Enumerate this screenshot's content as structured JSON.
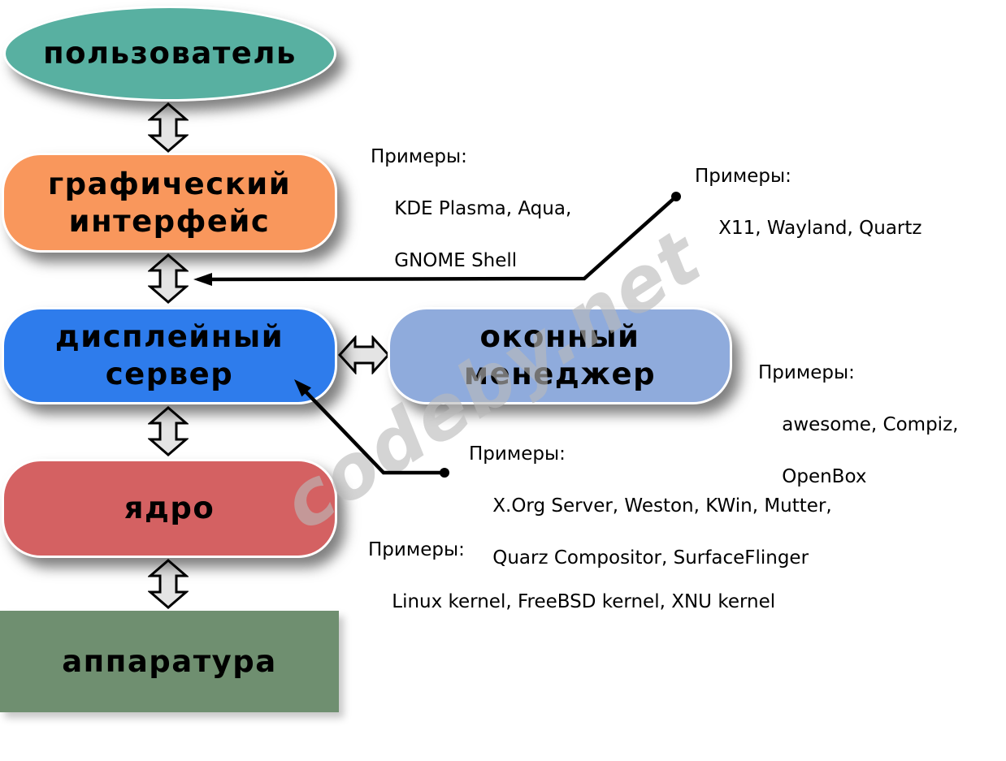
{
  "watermark": {
    "text": "codeby.net"
  },
  "nodes": {
    "user": {
      "label": "пользователь",
      "color": "#58B0A1"
    },
    "gui": {
      "line1": "графический",
      "line2": "интерфейс",
      "color": "#F9975C"
    },
    "display_server": {
      "line1": "дисплейный",
      "line2": "сервер",
      "color": "#2E7CEC"
    },
    "window_manager": {
      "line1": "оконный",
      "line2": "менеджер",
      "color": "#8FABDC"
    },
    "kernel": {
      "label": "ядро",
      "color": "#D46162"
    },
    "hardware": {
      "label": "аппаратура",
      "color": "#6F8F70"
    }
  },
  "annotations": {
    "gui_examples": {
      "title": "Примеры:",
      "line1": "KDE Plasma, Aqua,",
      "line2": "GNOME Shell"
    },
    "display_protocol_examples": {
      "title": "Примеры:",
      "line1": "X11, Wayland, Quartz"
    },
    "window_manager_examples": {
      "title": "Примеры:",
      "line1": "awesome, Compiz,",
      "line2": "OpenBox"
    },
    "display_server_examples": {
      "title": "Примеры:",
      "line1": "X.Org Server, Weston, KWin, Mutter,",
      "line2": "Quarz Compositor, SurfaceFlinger"
    },
    "kernel_examples": {
      "title": "Примеры:",
      "line1": "Linux kernel, FreeBSD kernel, XNU kernel"
    }
  },
  "connector_colors": {
    "fill": "#E4E4E4",
    "stroke": "#000000",
    "callout": "#000000"
  }
}
